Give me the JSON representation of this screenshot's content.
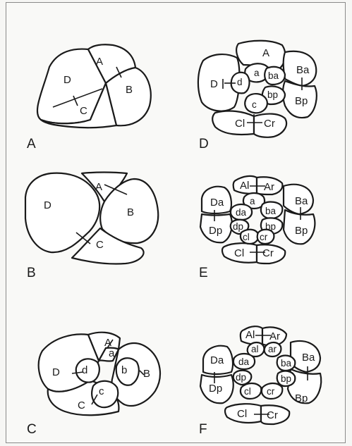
{
  "figure": {
    "panels": [
      {
        "id": "A",
        "label": "A",
        "cells": [
          "A",
          "B",
          "C",
          "D"
        ]
      },
      {
        "id": "B",
        "label": "B",
        "cells": [
          "A",
          "B",
          "C",
          "D"
        ]
      },
      {
        "id": "C",
        "label": "C",
        "cells": [
          "A",
          "B",
          "C",
          "D",
          "a",
          "b",
          "c",
          "d"
        ]
      },
      {
        "id": "D",
        "label": "D",
        "cells": [
          "A",
          "Ba",
          "Bp",
          "Cl",
          "Cr",
          "D",
          "a",
          "ba",
          "bp",
          "c",
          "d"
        ]
      },
      {
        "id": "E",
        "label": "E",
        "cells": [
          "Al",
          "Ar",
          "Ba",
          "Bp",
          "Cl",
          "Cr",
          "Da",
          "Dp",
          "a",
          "ba",
          "bp",
          "cl",
          "cr",
          "da",
          "dp"
        ]
      },
      {
        "id": "F",
        "label": "F",
        "cells": [
          "Al",
          "Ar",
          "Ba",
          "Bp",
          "Cl",
          "Cr",
          "Da",
          "Dp",
          "al",
          "ar",
          "ba",
          "bp",
          "cl",
          "cr",
          "da",
          "dp"
        ]
      }
    ]
  }
}
